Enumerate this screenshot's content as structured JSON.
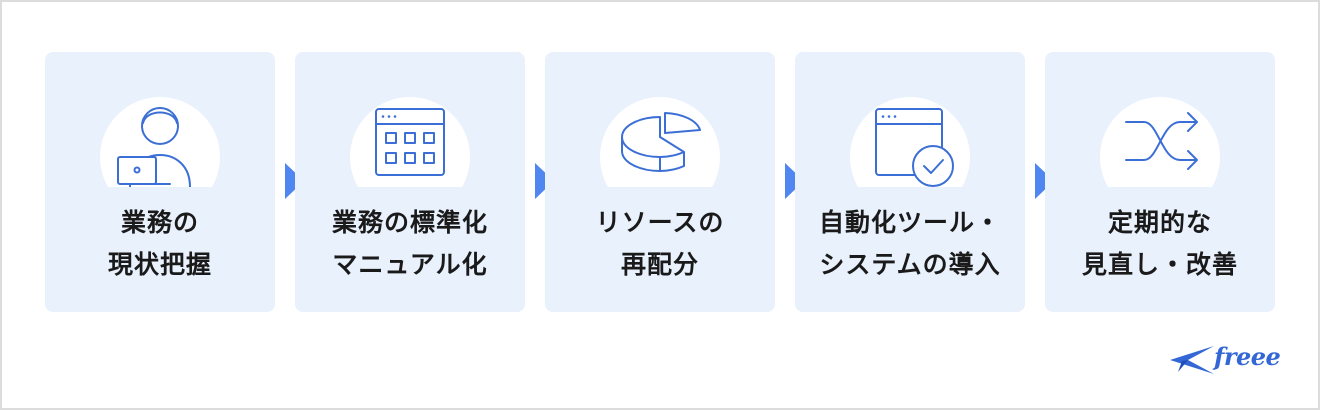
{
  "steps": [
    {
      "line1": "業務の",
      "line2": "現状把握",
      "icon": "person-laptop-icon"
    },
    {
      "line1": "業務の標準化",
      "line2": "マニュアル化",
      "icon": "grid-window-icon"
    },
    {
      "line1": "リソースの",
      "line2": "再配分",
      "icon": "pie-chart-icon"
    },
    {
      "line1": "自動化ツール・",
      "line2": "システムの導入",
      "icon": "window-check-icon"
    },
    {
      "line1": "定期的な",
      "line2": "見直し・改善",
      "icon": "shuffle-icon"
    }
  ],
  "logo": {
    "text": "freee"
  },
  "colors": {
    "card_bg": "#e9f1fd",
    "accent": "#4f86f0",
    "icon_stroke": "#3c6fd6",
    "text": "#1a1a1a"
  }
}
